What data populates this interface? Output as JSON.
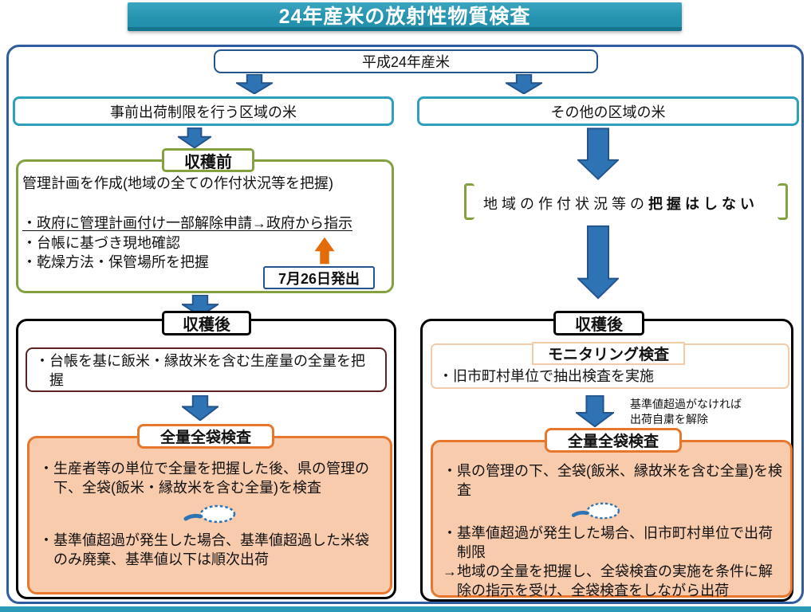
{
  "title": "24年産米の放射性物質検査",
  "source_box": {
    "label": "平成24年産米"
  },
  "left_column": {
    "header": "事前出荷制限を行う区域の米",
    "pre_harvest": {
      "stage_label": "収穫前",
      "plan_line": "管理計画を作成(地域の全ての作付状況等を把握)",
      "underlined_line": "・政府に管理計画付け一部解除申請→政府から指示",
      "bullet_ledger": "・台帳に基づき現地確認",
      "bullet_storage": "・乾燥方法・保管場所を把握",
      "date_box": "7月26日発出"
    },
    "post_harvest": {
      "stage_label": "収穫後",
      "ledger_box": "・台帳を基に飯米・縁故米を含む生産量の全量を把握",
      "inspection_label": "全量全袋検査",
      "inspection_bullet1": "・生産者等の単位で全量を把握した後、県の管理の下、全袋(飯米・縁故米を含む全量)を検査",
      "inspection_bullet2": "・基準値超過が発生した場合、基準値超過した米袋のみ廃棄、基準値以下は順次出荷"
    }
  },
  "right_column": {
    "header": "その他の区域の米",
    "note_normal": "地域の作付状況等の",
    "note_bold": "把握はしない",
    "post_harvest": {
      "stage_label": "収穫後",
      "monitoring_label": "モニタリング検査",
      "monitoring_bullet": "・旧市町村単位で抽出検査を実施",
      "release_note_line1": "基準値超過がなければ",
      "release_note_line2": "出荷自粛を解除",
      "inspection_label": "全量全袋検査",
      "inspection_bullet1": "・県の管理の下、全袋(飯米、縁故米を含む全量)を検査",
      "inspection_bullet2": "・基準値超過が発生した場合、旧市町村単位で出荷制限",
      "inspection_bullet3": "→地域の全量を把握し、全袋検査の実施を条件に解除の指示を受け、全袋検査をしながら出荷"
    }
  },
  "colors": {
    "banner_teal": "#2B9AB6",
    "navy_border": "#24548C",
    "arrow_blue": "#2E74B5",
    "teal_border": "#2E9FBC",
    "olive_green": "#84A140",
    "maroon": "#5E2222",
    "orange_border": "#E8772E",
    "orange_fill": "#F8CBAD",
    "orange_arrow": "#E36C09"
  }
}
